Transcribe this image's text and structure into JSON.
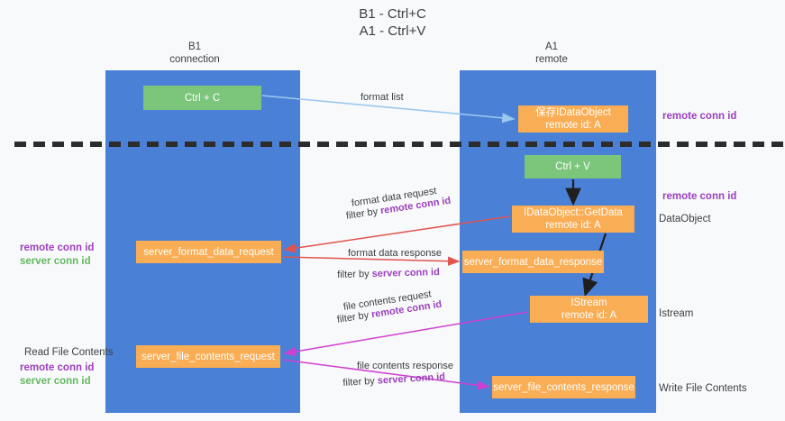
{
  "title": {
    "line1": "B1 - Ctrl+C",
    "line2": "A1 - Ctrl+V"
  },
  "columns": {
    "b1": {
      "name": "B1",
      "role": "connection"
    },
    "a1": {
      "name": "A1",
      "role": "remote"
    }
  },
  "nodes": {
    "ctrl_c": {
      "line1": "Ctrl + C",
      "line2": ""
    },
    "ctrl_v": {
      "line1": "Ctrl + V",
      "line2": ""
    },
    "idataobject": {
      "line1": "保存IDataObject",
      "line2": "remote id: A"
    },
    "getdata": {
      "line1": "IDataObject::GetData",
      "line2": "remote id: A"
    },
    "sfd_request": {
      "line1": "server_format_data_request",
      "line2": ""
    },
    "sfd_response": {
      "line1": "server_format_data_response",
      "line2": ""
    },
    "istream": {
      "line1": "IStream",
      "line2": "remote id: A"
    },
    "sfc_request": {
      "line1": "server_file_contents_request",
      "line2": ""
    },
    "sfc_response": {
      "line1": "server_file_contents_response",
      "line2": ""
    }
  },
  "annotations": {
    "right": {
      "remote_conn_id_1": "remote conn id",
      "remote_conn_id_2": "remote conn id",
      "dataobject": "DataObject",
      "istream": "Istream",
      "write_file_contents": "Write File Contents"
    },
    "left": {
      "remote_conn_id": "remote conn id",
      "server_conn_id": "server conn id",
      "read_file_contents": "Read File Contents",
      "remote_conn_id_2": "remote conn id",
      "server_conn_id_2": "server conn id"
    }
  },
  "edge_labels": {
    "format_list": "format list",
    "format_data_request": "format data request",
    "filter_by": "filter by ",
    "remote_conn_id": "remote conn id",
    "server_conn_id": "server conn id",
    "format_data_response": "format data response",
    "file_contents_request": "file contents request",
    "file_contents_response": "file contents response"
  },
  "colors": {
    "lane_blue": "#4a80d6",
    "node_green": "#7bc67b",
    "node_orange": "#f9ad54",
    "accent_purple": "#9b3fbd",
    "accent_green": "#63b863",
    "edge_lightblue": "#9cc7ef",
    "edge_red": "#e2534e",
    "edge_magenta": "#d13fd1",
    "edge_black": "#1f1f1f",
    "background": "#f8f9fa"
  }
}
